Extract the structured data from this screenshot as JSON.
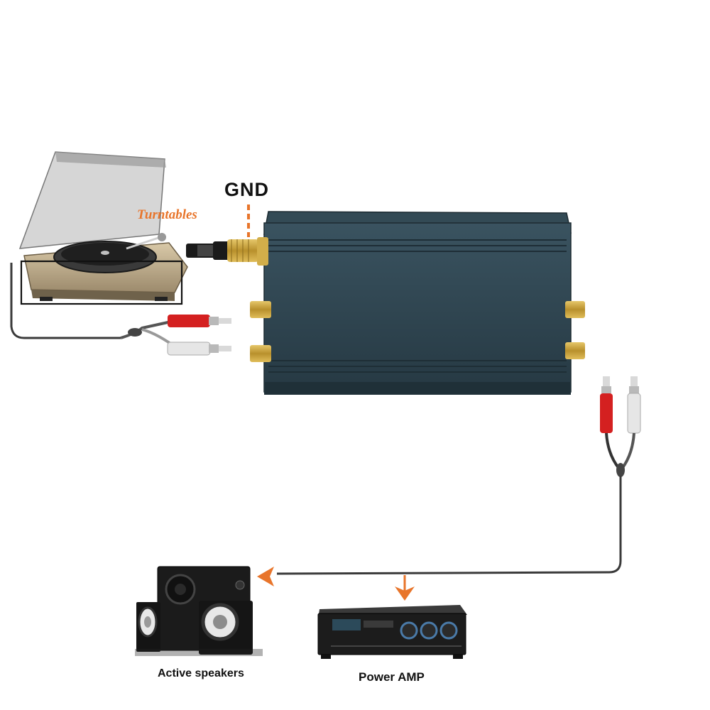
{
  "labels": {
    "gnd": "GND",
    "turntables": "Turntables",
    "active_speakers": "Active speakers",
    "power_amp": "Power AMP"
  },
  "colors": {
    "arrow": "#e8752b",
    "label_accent": "#e8752b",
    "preamp_body": "#2f4550",
    "rca_red": "#d42020",
    "rca_white": "#e6e6e6",
    "gold": "#c9a23a"
  },
  "icons": [
    "turntable-icon",
    "preamp-icon",
    "active-speakers-icon",
    "power-amp-icon",
    "rca-plug-icon",
    "ground-connector-icon"
  ]
}
